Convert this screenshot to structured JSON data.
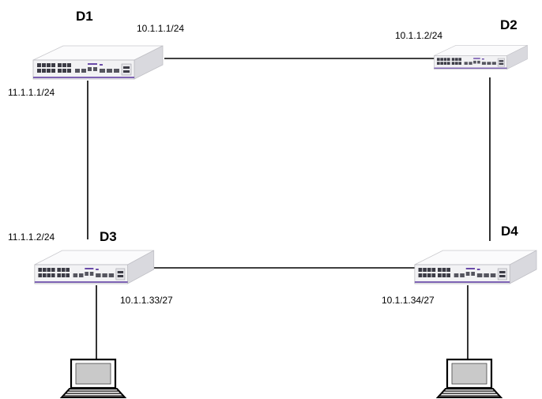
{
  "devices": {
    "d1": {
      "name": "D1"
    },
    "d2": {
      "name": "D2"
    },
    "d3": {
      "name": "D3"
    },
    "d4": {
      "name": "D4"
    }
  },
  "interfaces": {
    "d1_to_d2": "10.1.1.1/24",
    "d2_to_d1": "10.1.1.2/24",
    "d1_to_d3": "11.1.1.1/24",
    "d3_to_d1": "11.1.1.2/24",
    "d3_to_d4": "10.1.1.33/27",
    "d4_to_d3": "10.1.1.34/27"
  },
  "icons": {
    "switch": "network-switch-icon",
    "host": "laptop-icon"
  },
  "colors": {
    "chassis": "#f4f4f6",
    "port_dark": "#3c3c46",
    "accent": "#6a4aa8",
    "line": "#000000"
  }
}
